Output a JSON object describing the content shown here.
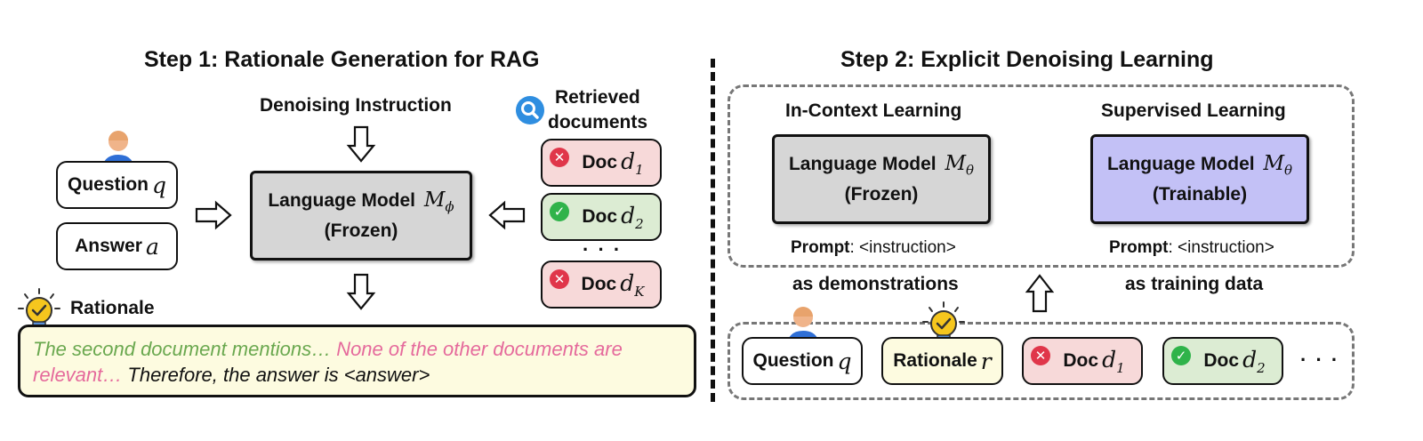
{
  "step1": {
    "title": "Step 1: Rationale Generation for RAG",
    "denoising_instruction": "Denoising Instruction",
    "retrieved_label_line1": "Retrieved",
    "retrieved_label_line2": "documents",
    "question_label": "Question",
    "question_var": "q",
    "answer_label": "Answer",
    "answer_var": "a",
    "lm_line1": "Language Model",
    "lm_symbol": "M",
    "lm_sub": "ϕ",
    "lm_line2": "(Frozen)",
    "docs": [
      {
        "label": "Doc",
        "var": "d",
        "sub": "1",
        "status": "irrelevant"
      },
      {
        "label": "Doc",
        "var": "d",
        "sub": "2",
        "status": "relevant"
      },
      {
        "label": "Doc",
        "var": "d",
        "sub": "K",
        "status": "irrelevant"
      }
    ],
    "ellipsis": "· · ·",
    "rationale_label": "Rationale",
    "rationale_text": {
      "part1": "The second document mentions… ",
      "part2": "None of the other documents are relevant… ",
      "part3": "Therefore, the answer is <answer>"
    }
  },
  "step2": {
    "title": "Step 2: Explicit Denoising Learning",
    "icl_title": "In-Context Learning",
    "sl_title": "Supervised Learning",
    "icl_lm_line1": "Language Model",
    "icl_lm_symbol": "M",
    "icl_lm_sub": "θ",
    "icl_lm_line2": "(Frozen)",
    "sl_lm_line1": "Language Model",
    "sl_lm_symbol": "M",
    "sl_lm_sub": "θ",
    "sl_lm_line2": "(Trainable)",
    "prompt_key": "Prompt",
    "prompt_value": ": <instruction>",
    "as_demonstrations": "as demonstrations",
    "as_training_data": "as training data",
    "bottom": {
      "question_label": "Question",
      "question_var": "q",
      "rationale_label": "Rationale",
      "rationale_var": "r",
      "doc1_label": "Doc",
      "doc1_var": "d",
      "doc1_sub": "1",
      "doc2_label": "Doc",
      "doc2_var": "d",
      "doc2_sub": "2",
      "ellipsis": "· · ·"
    }
  },
  "colors": {
    "frozen_gray": "#d6d6d6",
    "trainable_purple": "#c3c1f6",
    "doc_red_bg": "#f7d9d9",
    "doc_green_bg": "#dcecd3",
    "rationale_bg": "#fdfbe0",
    "rationale_green_text": "#6aa84f",
    "rationale_pink_text": "#e56a9c"
  }
}
